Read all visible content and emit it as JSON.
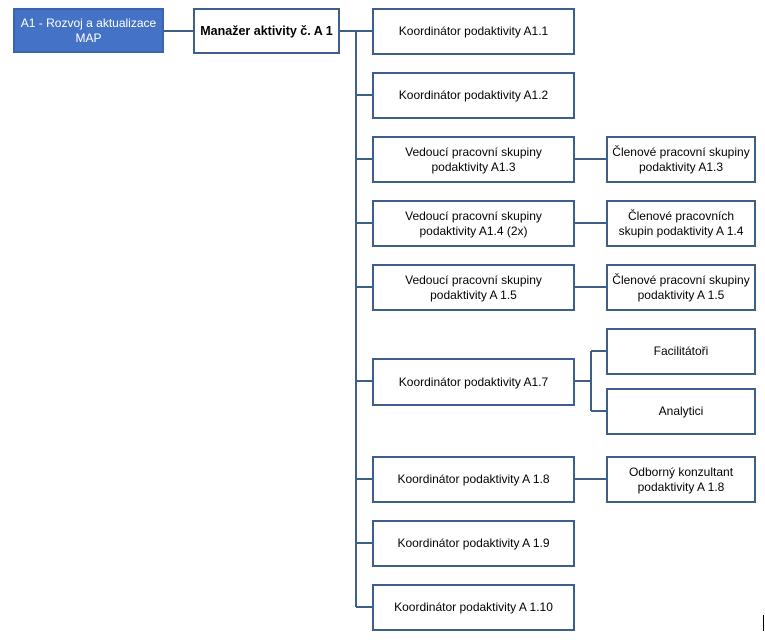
{
  "colors": {
    "root_fill": "#4472c4",
    "border": "#3e5f8a",
    "line": "#3e5f8a"
  },
  "root": {
    "label": "A1 - Rozvoj a aktualizace MAP"
  },
  "manager": {
    "label": "Manažer aktivity č. A 1"
  },
  "nodes": [
    {
      "label": "Koordinátor podaktivity A1.1"
    },
    {
      "label": "Koordinátor podaktivity A1.2"
    },
    {
      "label": "Vedoucí pracovní skupiny podaktivity A1.3"
    },
    {
      "label": "Vedoucí pracovní skupiny podaktivity A1.4 (2x)"
    },
    {
      "label": "Vedoucí pracovní skupiny podaktivity A 1.5"
    },
    {
      "label": "Koordinátor podaktivity A1.7"
    },
    {
      "label": "Koordinátor podaktivity A 1.8"
    },
    {
      "label": "Koordinátor podaktivity A 1.9"
    },
    {
      "label": "Koordinátor podaktivity A 1.10"
    }
  ],
  "members": [
    {
      "label": "Členové pracovní skupiny podaktivity A1.3"
    },
    {
      "label": "Členové pracovních skupin podaktivity A 1.4"
    },
    {
      "label": "Členové pracovní skupiny podaktivity A 1.5"
    },
    {
      "label": "Facilitátoři"
    },
    {
      "label": "Analytici"
    },
    {
      "label": "Odborný konzultant podaktivity A 1.8"
    }
  ]
}
